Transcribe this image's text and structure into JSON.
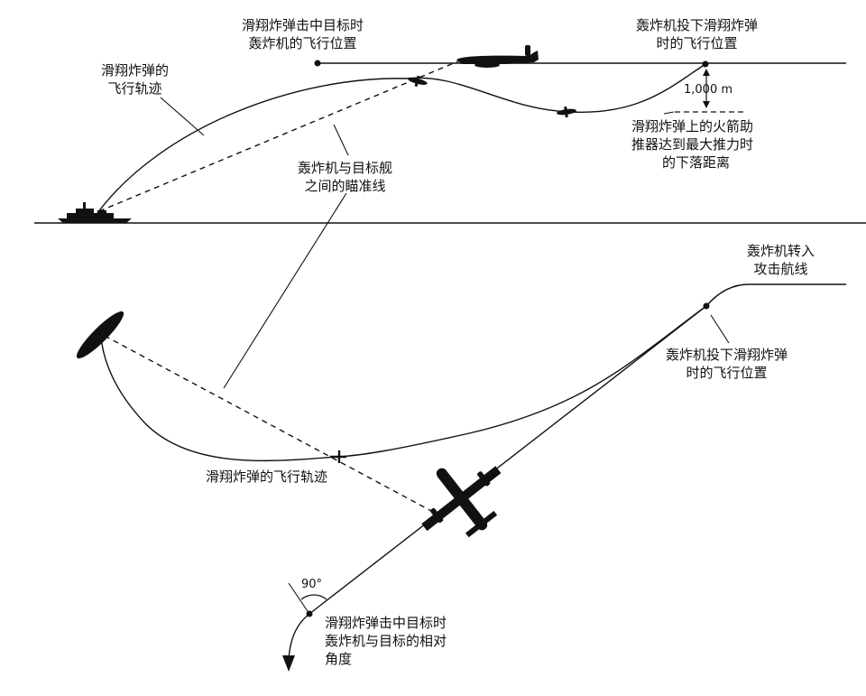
{
  "top_view": {
    "release_pos": [
      "轰炸机投下滑翔炸弹",
      "时的飞行位置"
    ],
    "impact_pos": [
      "滑翔炸弹击中目标时",
      "轰炸机的飞行位置"
    ],
    "bomb_path": [
      "滑翔炸弹的",
      "飞行轨迹"
    ],
    "sight_line": [
      "轰炸机与目标舰",
      "之间的瞄准线"
    ],
    "drop_distance": [
      "滑翔炸弹上的火箭助",
      "推器达到最大推力时",
      "的下落距离"
    ],
    "drop_value": "1,000 m"
  },
  "plan_view": {
    "turn_in": [
      "轰炸机转入",
      "攻击航线"
    ],
    "release_pos": [
      "轰炸机投下滑翔炸弹",
      "时的飞行位置"
    ],
    "bomb_path": "滑翔炸弹的飞行轨迹",
    "angle_value": "90°",
    "relative_angle": [
      "滑翔炸弹击中目标时",
      "轰炸机与目标的相对",
      "角度"
    ]
  }
}
